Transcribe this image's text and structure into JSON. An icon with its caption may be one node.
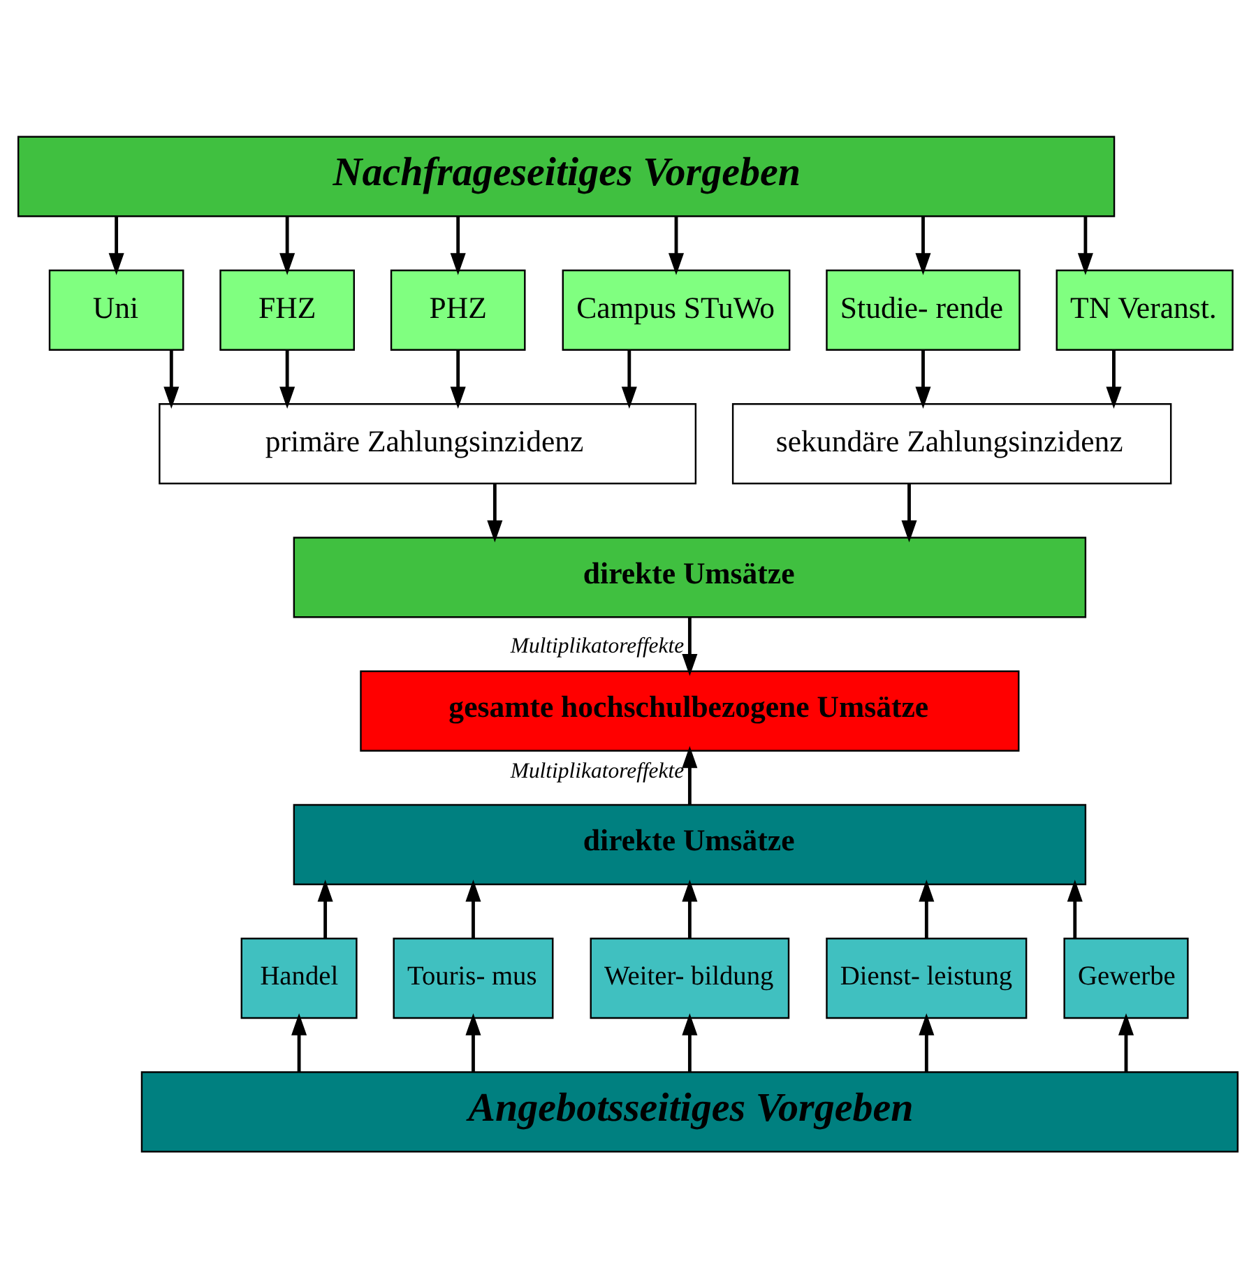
{
  "diagram": {
    "nodes": [
      {
        "text": [
          "Nachfrageseitiges Vorgeben"
        ]
      },
      {
        "text": [
          "Uni"
        ]
      },
      {
        "text": [
          "FHZ"
        ]
      },
      {
        "text": [
          "PHZ"
        ]
      },
      {
        "text": [
          "Campus STuWo"
        ]
      },
      {
        "text": [
          "Studie- rende"
        ]
      },
      {
        "text": [
          "TN Veranst."
        ]
      },
      {
        "text": [
          "primäre Zahlungsinzidenz"
        ]
      },
      {
        "text": [
          "sekundäre Zahlungsinzidenz"
        ]
      },
      {
        "text": [
          "direkte Umsätze"
        ]
      },
      {
        "text": [
          "gesamte hochschulbezogene Umsätze"
        ]
      },
      {
        "text": [
          "direkte Umsätze"
        ]
      },
      {
        "text": [
          "Handel"
        ]
      },
      {
        "text": [
          "Touris- mus"
        ]
      },
      {
        "text": [
          "Weiter- bildung"
        ]
      },
      {
        "text": [
          "Dienst- leistung"
        ]
      },
      {
        "text": [
          "Gewerbe"
        ]
      },
      {
        "text": [
          "Angebotsseitiges Vorgeben"
        ]
      }
    ],
    "edges": [
      {
        "from": 0,
        "to": 1,
        "arrow": "to"
      },
      {
        "from": 0,
        "to": 2,
        "arrow": "to"
      },
      {
        "from": 0,
        "to": 3,
        "arrow": "to"
      },
      {
        "from": 0,
        "to": 4,
        "arrow": "to"
      },
      {
        "from": 0,
        "to": 5,
        "arrow": "to"
      },
      {
        "from": 0,
        "to": 6,
        "arrow": "to"
      },
      {
        "from": 1,
        "to": 7,
        "arrow": "to"
      },
      {
        "from": 2,
        "to": 7,
        "arrow": "to"
      },
      {
        "from": 3,
        "to": 7,
        "arrow": "to"
      },
      {
        "from": 4,
        "to": 7,
        "arrow": "to"
      },
      {
        "from": 5,
        "to": 8,
        "arrow": "to"
      },
      {
        "from": 6,
        "to": 8,
        "arrow": "to"
      },
      {
        "from": 7,
        "to": 9,
        "arrow": "to"
      },
      {
        "from": 8,
        "to": 9,
        "arrow": "to"
      },
      {
        "from": 9,
        "to": 10,
        "arrow": "to",
        "label": "Multiplikatoreffekte"
      },
      {
        "from": 11,
        "to": 10,
        "arrow": "to",
        "label": "Multiplikatoreffekte"
      },
      {
        "from": 12,
        "to": 11,
        "arrow": "to"
      },
      {
        "from": 13,
        "to": 11,
        "arrow": "to"
      },
      {
        "from": 14,
        "to": 11,
        "arrow": "to"
      },
      {
        "from": 15,
        "to": 11,
        "arrow": "to"
      },
      {
        "from": 16,
        "to": 11,
        "arrow": "to"
      },
      {
        "from": 17,
        "to": 12,
        "arrow": "to"
      },
      {
        "from": 17,
        "to": 13,
        "arrow": "to"
      },
      {
        "from": 17,
        "to": 14,
        "arrow": "to"
      },
      {
        "from": 17,
        "to": 15,
        "arrow": "to"
      },
      {
        "from": 17,
        "to": 16,
        "arrow": "to"
      }
    ]
  }
}
